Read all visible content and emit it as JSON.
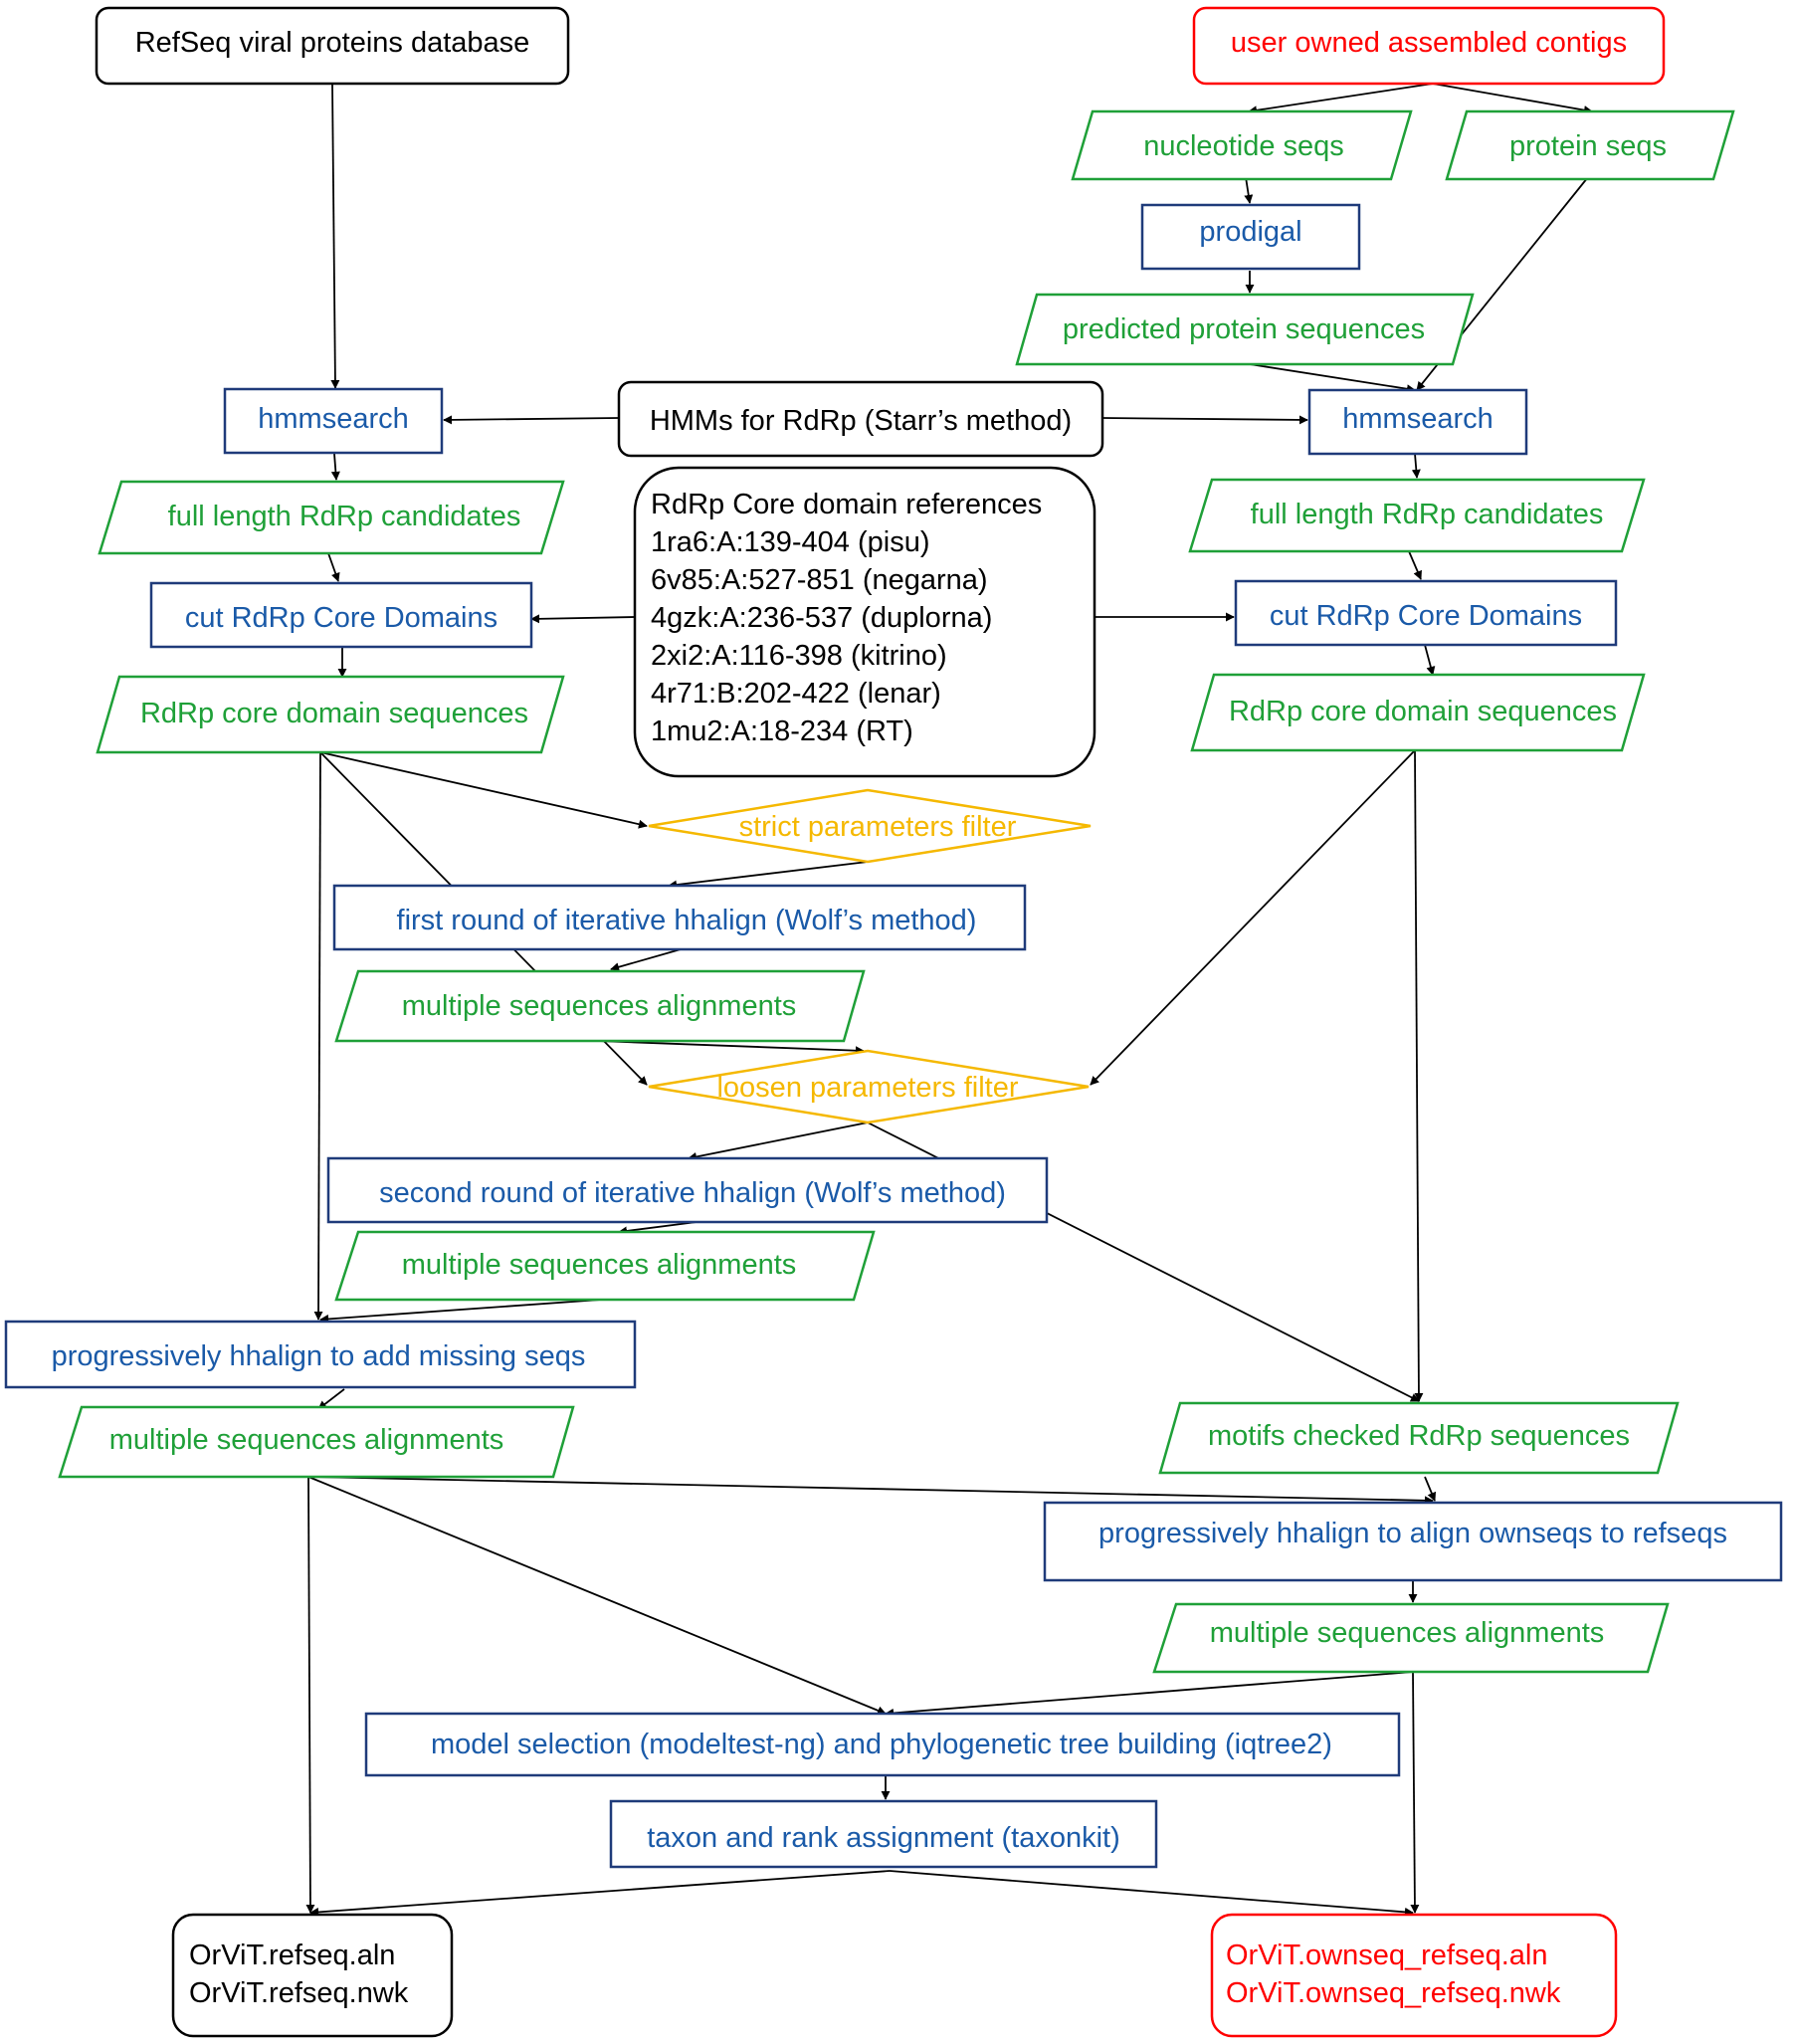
{
  "colors": {
    "black": "#000000",
    "red": "#ff0000",
    "green": "#1fa038",
    "blue": "#1a5aa8",
    "yellow": "#f5b800",
    "navy_border": "#1f3b7a"
  },
  "nodes": {
    "refseq_db": "RefSeq viral proteins database",
    "user_contigs": "user owned assembled contigs",
    "nucleotide_seqs": "nucleotide seqs",
    "protein_seqs": "protein seqs",
    "prodigal": "prodigal",
    "predicted_protein": "predicted protein sequences",
    "hmmsearch_left": "hmmsearch",
    "hmms_rdrp": "HMMs for RdRp (Starr’s method)",
    "hmmsearch_right": "hmmsearch",
    "full_len_left": "full length RdRp candidates",
    "full_len_right": "full length RdRp candidates",
    "core_refs": [
      "RdRp Core domain references",
      "1ra6:A:139-404 (pisu)",
      "6v85:A:527-851 (negarna)",
      "4gzk:A:236-537 (duplorna)",
      "2xi2:A:116-398 (kitrino)",
      "4r71:B:202-422 (lenar)",
      "1mu2:A:18-234 (RT)"
    ],
    "cut_left": "cut RdRp Core Domains",
    "cut_right": "cut RdRp Core Domains",
    "core_seq_left": "RdRp core domain sequences",
    "core_seq_right": "RdRp core domain sequences",
    "strict_filter": "strict parameters filter",
    "first_round": "first round of iterative hhalign (Wolf’s method)",
    "msa_1": "multiple sequences alignments",
    "loosen_filter": "loosen parameters filter",
    "second_round": "second round of iterative hhalign (Wolf’s method)",
    "msa_2": "multiple sequences alignments",
    "progressive_missing": "progressively hhalign to add missing seqs",
    "msa_3": "multiple sequences alignments",
    "motifs_checked": "motifs checked RdRp sequences",
    "progressive_own": "progressively hhalign to align ownseqs to refseqs",
    "msa_4": "multiple sequences alignments",
    "model_selection": "model selection (modeltest-ng) and phylogenetic tree building (iqtree2)",
    "taxon_assign": "taxon and rank assignment (taxonkit)",
    "out_refseq": [
      "OrViT.refseq.aln",
      "OrViT.refseq.nwk"
    ],
    "out_ownseq": [
      "OrViT.ownseq_refseq.aln",
      "OrViT.ownseq_refseq.nwk"
    ]
  }
}
